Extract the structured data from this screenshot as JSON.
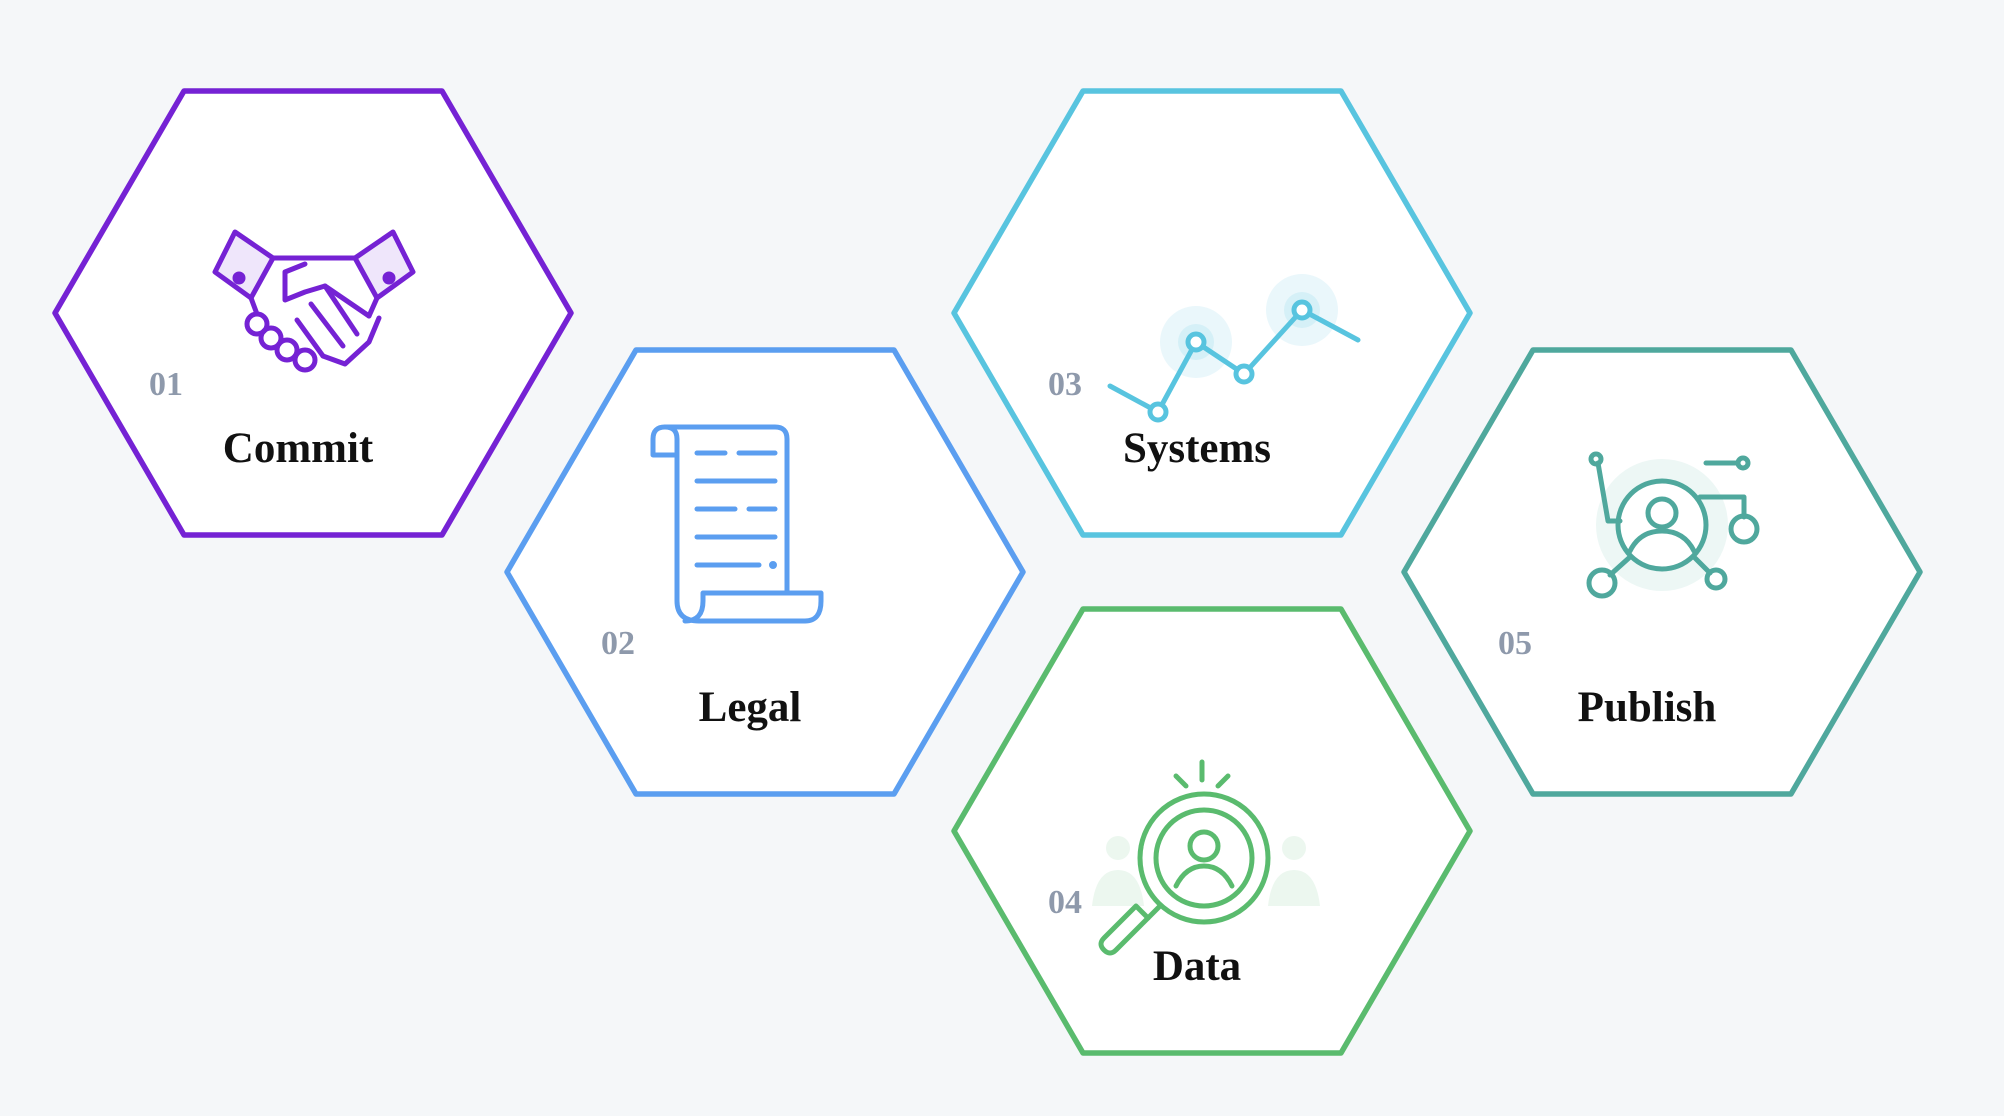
{
  "steps": [
    {
      "number": "01",
      "label": "Commit",
      "icon": "handshake-icon",
      "color": "#7522d4"
    },
    {
      "number": "02",
      "label": "Legal",
      "icon": "scroll-document-icon",
      "color": "#5b9ef0"
    },
    {
      "number": "03",
      "label": "Systems",
      "icon": "line-chart-icon",
      "color": "#58c4df"
    },
    {
      "number": "04",
      "label": "Data",
      "icon": "magnifier-user-icon",
      "color": "#5abb6e"
    },
    {
      "number": "05",
      "label": "Publish",
      "icon": "user-network-icon",
      "color": "#4fa89d"
    }
  ]
}
